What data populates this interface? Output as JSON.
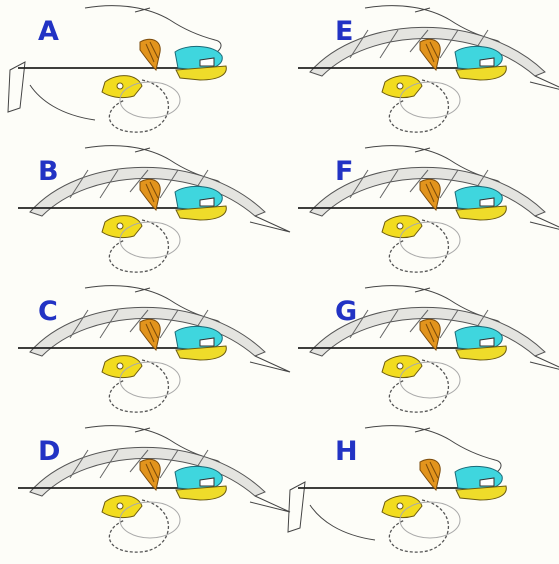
{
  "panels": [
    {
      "label": "A",
      "row": 0,
      "col": 0,
      "variant": "open"
    },
    {
      "label": "B",
      "row": 1,
      "col": 0,
      "variant": "arc"
    },
    {
      "label": "C",
      "row": 2,
      "col": 0,
      "variant": "arc"
    },
    {
      "label": "D",
      "row": 3,
      "col": 0,
      "variant": "arc"
    },
    {
      "label": "E",
      "row": 0,
      "col": 1,
      "variant": "arc"
    },
    {
      "label": "F",
      "row": 1,
      "col": 1,
      "variant": "arc"
    },
    {
      "label": "G",
      "row": 2,
      "col": 1,
      "variant": "arc"
    },
    {
      "label": "H",
      "row": 3,
      "col": 1,
      "variant": "open"
    }
  ],
  "colors": {
    "label": "#2233c4",
    "looper": "#f2dc1f",
    "spreader": "#e2941d",
    "presser": "#3fd6de",
    "presser_base": "#efdc2a",
    "arm": "#e4e4e0",
    "background": "#fdfdf8"
  }
}
